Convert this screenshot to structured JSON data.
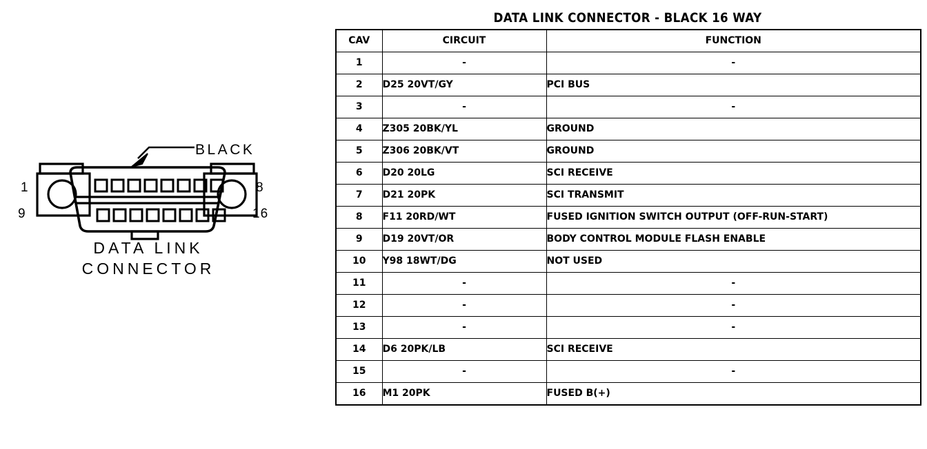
{
  "figure": {
    "callout_label": "BLACK",
    "caption_line1": "DATA LINK",
    "caption_line2": "CONNECTOR",
    "pin_labels": {
      "top_left": "1",
      "bottom_left": "9",
      "top_right": "8",
      "bottom_right": "16"
    },
    "cavity_count_per_row": 8,
    "row_count": 2
  },
  "table": {
    "title": "DATA LINK CONNECTOR - BLACK 16 WAY",
    "columns": [
      "CAV",
      "CIRCUIT",
      "FUNCTION"
    ],
    "empty_marker": "-",
    "rows": [
      {
        "cav": "1",
        "circuit": "-",
        "function": "-"
      },
      {
        "cav": "2",
        "circuit": "D25 20VT/GY",
        "function": "PCI BUS"
      },
      {
        "cav": "3",
        "circuit": "-",
        "function": "-"
      },
      {
        "cav": "4",
        "circuit": "Z305 20BK/YL",
        "function": "GROUND"
      },
      {
        "cav": "5",
        "circuit": "Z306 20BK/VT",
        "function": "GROUND"
      },
      {
        "cav": "6",
        "circuit": "D20 20LG",
        "function": "SCI RECEIVE"
      },
      {
        "cav": "7",
        "circuit": "D21 20PK",
        "function": "SCI TRANSMIT"
      },
      {
        "cav": "8",
        "circuit": "F11 20RD/WT",
        "function": "FUSED IGNITION SWITCH OUTPUT (OFF-RUN-START)"
      },
      {
        "cav": "9",
        "circuit": "D19 20VT/OR",
        "function": "BODY CONTROL MODULE FLASH ENABLE"
      },
      {
        "cav": "10",
        "circuit": "Y98 18WT/DG",
        "function": "NOT USED"
      },
      {
        "cav": "11",
        "circuit": "-",
        "function": "-"
      },
      {
        "cav": "12",
        "circuit": "-",
        "function": "-"
      },
      {
        "cav": "13",
        "circuit": "-",
        "function": "-"
      },
      {
        "cav": "14",
        "circuit": "D6 20PK/LB",
        "function": "SCI RECEIVE"
      },
      {
        "cav": "15",
        "circuit": "-",
        "function": "-"
      },
      {
        "cav": "16",
        "circuit": "M1 20PK",
        "function": "FUSED B(+)"
      }
    ]
  },
  "colors": {
    "ink": "#000000",
    "paper": "#ffffff"
  }
}
